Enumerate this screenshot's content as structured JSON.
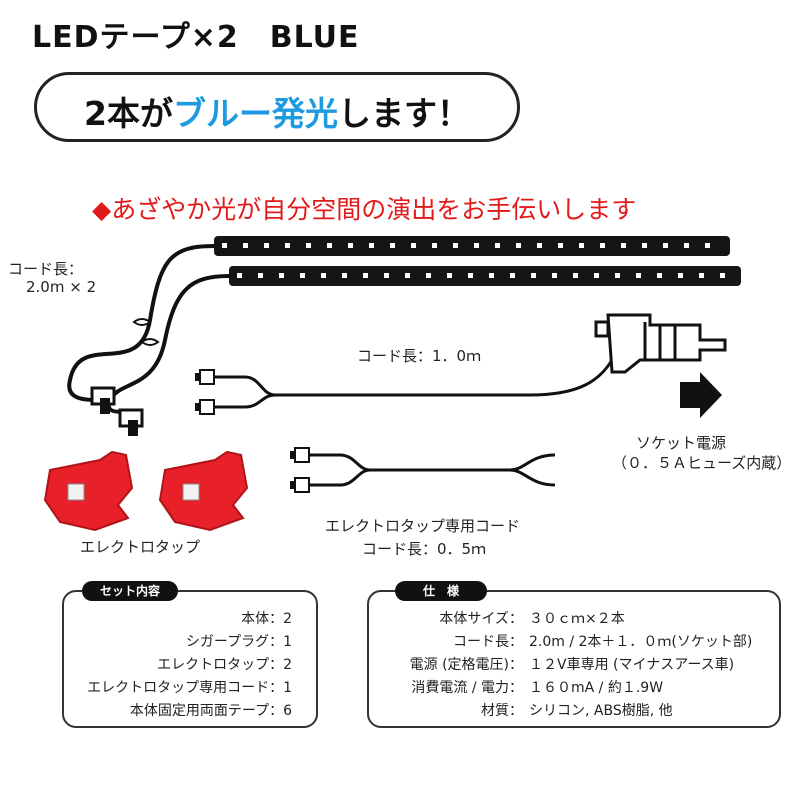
{
  "title": "LEDテープ×2　BLUE",
  "banner": {
    "prefix": "2本が",
    "highlight": "ブルー発光",
    "suffix": "します！"
  },
  "tagline": "◆あざやか光が自分空間の演出をお手伝いします",
  "diagram": {
    "strip_cord_label": "コード長：",
    "strip_cord_value": "2.0m × 2",
    "socket_cord_label": "コード長：1．0ｍ",
    "socket_label": "ソケット電源",
    "socket_note": "（０．５Ａヒューズ内蔵）",
    "tap_label": "エレクトロタップ",
    "tap_cord_label": "エレクトロタップ専用コード",
    "tap_cord_length": "コード長：0．5ｍ"
  },
  "set_contents": {
    "heading": "セット内容",
    "items": [
      "本体：2",
      "シガープラグ：1",
      "エレクトロタップ：2",
      "エレクトロタップ専用コード：1",
      "本体固定用両面テープ：6"
    ]
  },
  "specs": {
    "heading": "仕　様",
    "rows": [
      {
        "key": "本体サイズ：",
        "value": "３０ｃｍ×２本"
      },
      {
        "key": "コード長：",
        "value": "2.0m / 2本＋１．０ｍ(ソケット部)"
      },
      {
        "key": "電源 (定格電圧)：",
        "value": "１２V車専用 (マイナスアース車)"
      },
      {
        "key": "消費電流 / 電力：",
        "value": "１６０mA / 約１.9W"
      },
      {
        "key": "材質：",
        "value": "シリコン, ABS樹脂, 他"
      }
    ]
  },
  "colors": {
    "accent_blue": "#1e9be0",
    "tagline_red": "#e21a1a",
    "tap_red": "#e8202a"
  }
}
